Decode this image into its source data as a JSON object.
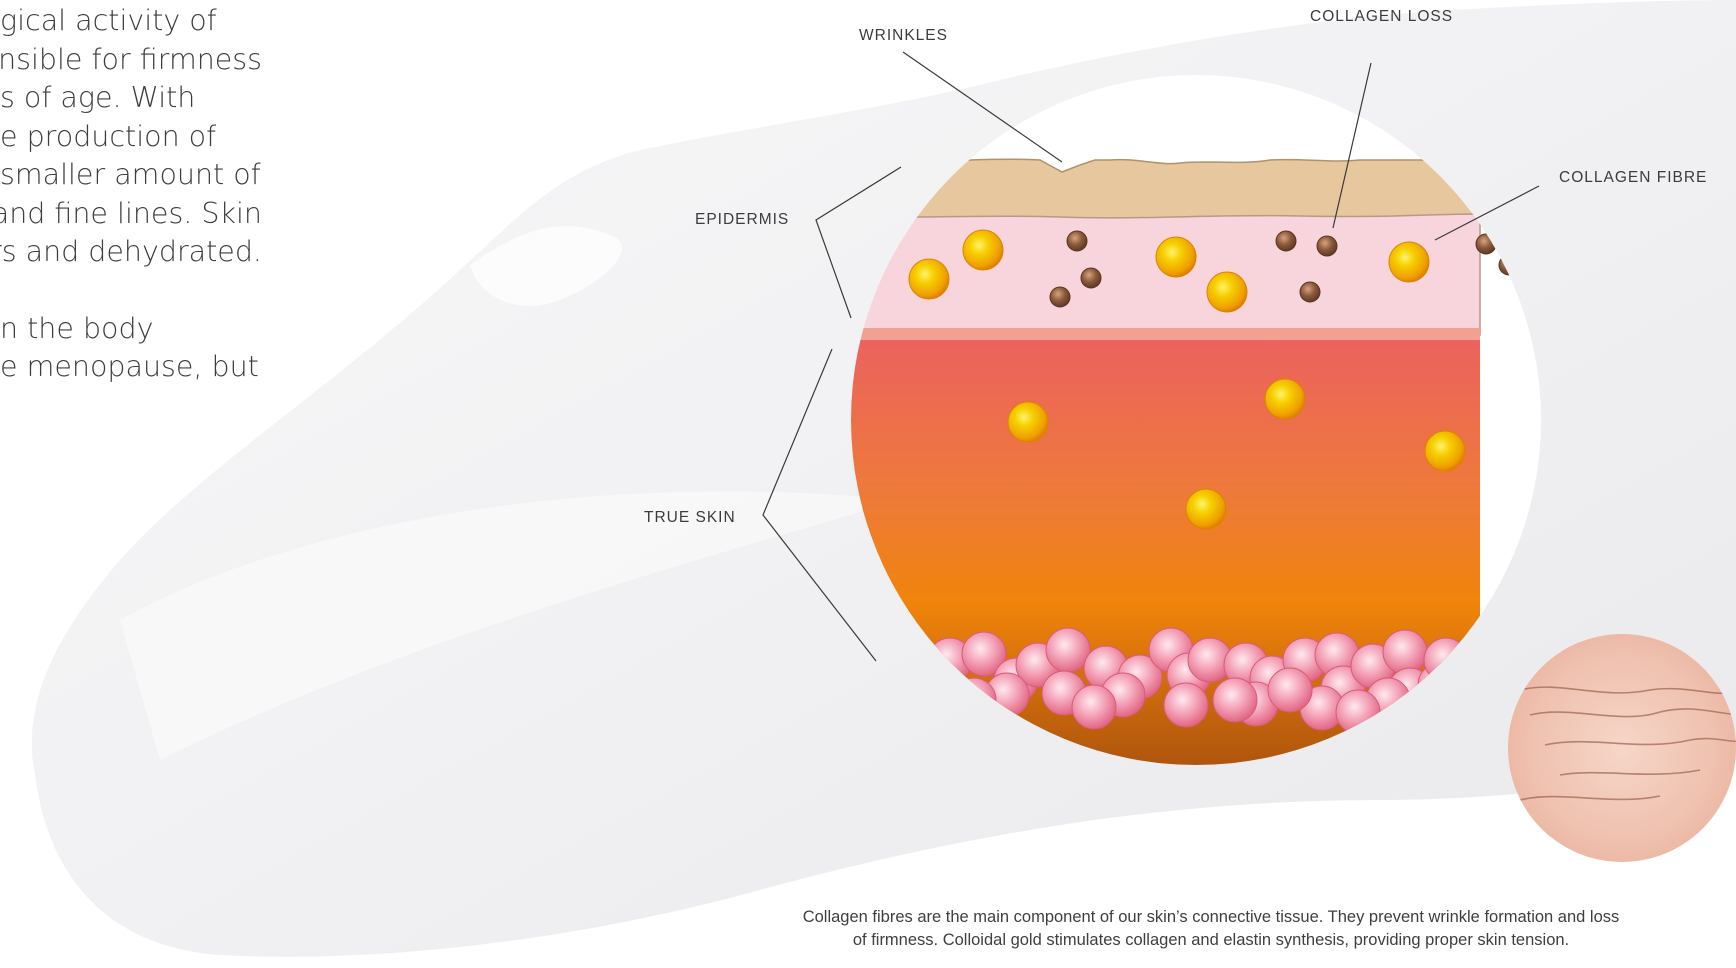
{
  "intro_text": {
    "lines": [
      "gical activity of",
      "nsible for firmness",
      "s of age. With",
      "e production of",
      "smaller amount of",
      "and fine lines. Skin",
      "rs and dehydrated."
    ],
    "lines2": [
      "n the body",
      "e menopause, but"
    ]
  },
  "diagram": {
    "labels": {
      "wrinkles": "WRINKLES",
      "collagen_loss": "COLLAGEN LOSS",
      "collagen_fibre": "COLLAGEN FIBRE",
      "epidermis": "EPIDERMIS",
      "true_skin": "TRUE SKIN"
    }
  },
  "caption": {
    "line1": "Collagen fibres are the main component of our skin’s connective tissue. They prevent wrinkle formation and loss",
    "line2": "of firmness. Colloidal gold stimulates collagen and elastin synthesis, providing proper skin tension."
  },
  "colors": {
    "epidermis_top": "#e8c9a0",
    "epidermis_pink": "#f7d3dc",
    "dermis_top": "#ec6560",
    "dermis_mid": "#ef8a10",
    "dermis_bottom": "#b35a0c",
    "gold": "#f3b800",
    "brown_particle": "#8a5a3c",
    "elastin_pink": "#ee7f9f"
  }
}
